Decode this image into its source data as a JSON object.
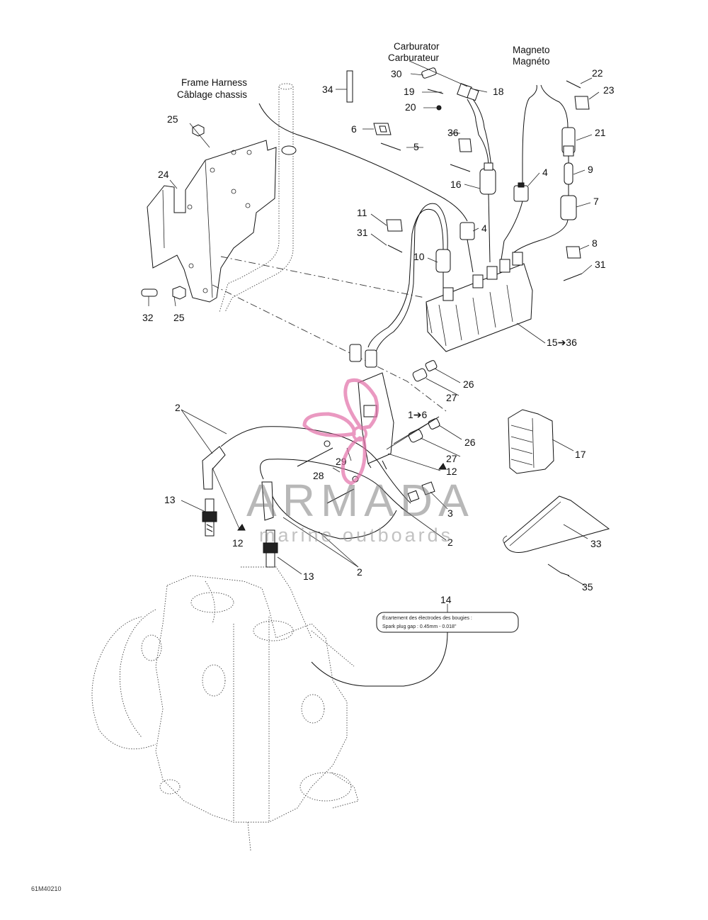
{
  "headers": {
    "frame_harness_en": "Frame Harness",
    "frame_harness_fr": "Câblage chassis",
    "carburator_en": "Carburator",
    "carburator_fr": "Carburateur",
    "magneto_en": "Magneto",
    "magneto_fr": "Magnéto"
  },
  "part_numbers": {
    "p1_6": "1➔6",
    "p2a": "2",
    "p2b": "2",
    "p2c": "2",
    "p3": "3",
    "p4a": "4",
    "p4b": "4",
    "p5": "5",
    "p6": "6",
    "p7": "7",
    "p8": "8",
    "p9": "9",
    "p10": "10",
    "p11": "11",
    "p12a": "12",
    "p12b": "12",
    "p13a": "13",
    "p13b": "13",
    "p14": "14",
    "p15_36": "15➔36",
    "p16": "16",
    "p17": "17",
    "p18": "18",
    "p19": "19",
    "p20": "20",
    "p21": "21",
    "p22": "22",
    "p23": "23",
    "p24": "24",
    "p25a": "25",
    "p25b": "25",
    "p26a": "26",
    "p26b": "26",
    "p27a": "27",
    "p27b": "27",
    "p28": "28",
    "p29": "29",
    "p30": "30",
    "p31a": "31",
    "p31b": "31",
    "p32": "32",
    "p33": "33",
    "p34": "34",
    "p35": "35",
    "p36": "36"
  },
  "note": {
    "line1": "Écartement des électrodes des bougies :",
    "line2": "Spark plug gap : 0.45mm - 0.018\""
  },
  "watermark": {
    "brand": "ARMADA",
    "tagline": "marine outboards",
    "logo_color": "#e26fa8"
  },
  "figure_code": "61M40210"
}
